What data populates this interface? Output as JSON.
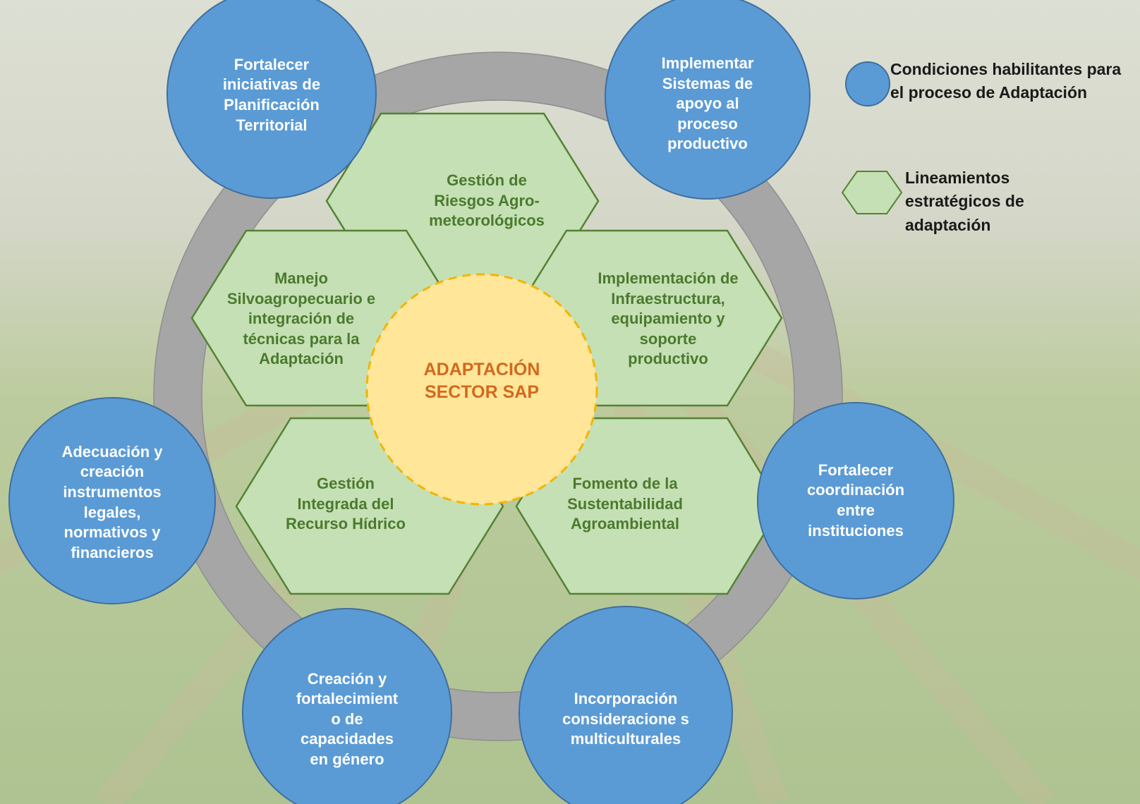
{
  "center": {
    "label": "ADAPTACIÓN SECTOR SAP"
  },
  "conditions": [
    {
      "id": "planificacion",
      "label": "Fortalecer iniciativas de Planificación Territorial"
    },
    {
      "id": "sistemas-apoyo",
      "label": "Implementar Sistemas de apoyo al proceso productivo"
    },
    {
      "id": "coordinacion",
      "label": "Fortalecer coordinación entre instituciones"
    },
    {
      "id": "multiculturales",
      "label": "Incorporación consideracione s multiculturales"
    },
    {
      "id": "genero",
      "label": "Creación y fortalecimient o de capacidades en género"
    },
    {
      "id": "instrumentos",
      "label": "Adecuación y creación instrumentos legales, normativos y financieros"
    }
  ],
  "lineamientos": [
    {
      "id": "riesgos",
      "label": "Gestión de Riesgos Agro-meteorológicos"
    },
    {
      "id": "infraestructura",
      "label": "Implementación de Infraestructura, equipamiento y soporte productivo"
    },
    {
      "id": "sustentabilidad",
      "label": "Fomento de la Sustentabilidad Agroambiental"
    },
    {
      "id": "hidrico",
      "label": "Gestión Integrada del Recurso Hídrico"
    },
    {
      "id": "silvo",
      "label": "Manejo Silvoagropecuario e integración de técnicas para la Adaptación"
    }
  ],
  "legend": {
    "conditions": "Condiciones habilitantes para el proceso de Adaptación",
    "lineamientos": "Lineamientos estratégicos de adaptación"
  },
  "colors": {
    "condition_fill": "#5b9bd5",
    "condition_stroke": "#3f6f9f",
    "hex_fill": "#c5e0b4",
    "hex_stroke": "#548235",
    "center_fill": "#ffe699",
    "center_stroke": "#f4b400",
    "ring": "#a6a6a6",
    "center_text": "#d2691e",
    "hex_text": "#4b7a2e"
  }
}
